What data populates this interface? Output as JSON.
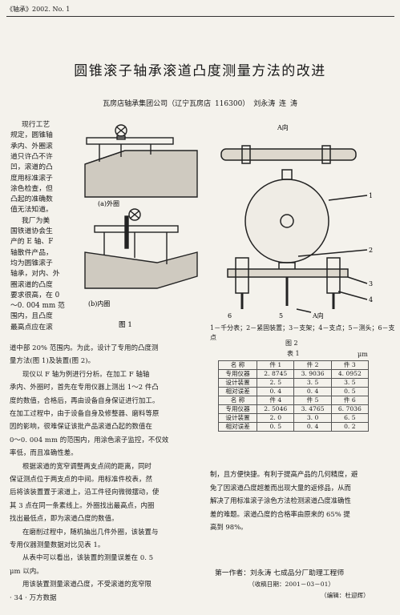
{
  "header": "《轴承》2002. No. 1",
  "title": "圆锥滚子轴承滚道凸度测量方法的改进",
  "byline": {
    "org": "瓦房店轴承集团公司（辽宁瓦房店",
    "postcode": "116300）",
    "authors": "刘永涛   连   涛"
  },
  "col1_narrow": [
    "现行工艺",
    "规定，圆锥轴",
    "承内、外圈滚",
    "道只许凸不许",
    "凹，滚道的凸",
    "度用标准滚子",
    "涂色检查，但",
    "凸起的准确数",
    "值无法知道。",
    "我厂为美",
    "国铁道协会生",
    "产的  E  轴、F",
    "轴散件产品，",
    "均为圆锥滚子",
    "轴承，对内、外",
    "圈滚道的凸度",
    "要求很高，在 0",
    "～0. 004 mm 范",
    "围内，且凸度",
    "最高点应在滚"
  ],
  "fig1": {
    "label_a": "(a)外圈",
    "label_b": "(b)内圈",
    "caption": "图 1"
  },
  "col1_full": [
    "道中部 20% 范围内。为此，设计了专用的凸度测",
    "量方法(图 1)及装置(图 2)。",
    "现仪以  F  轴为例进行分析。在加工  F  轴轴",
    "承内、外圈时，首先在专用仪器上测出 1～2 件凸",
    "度的数值，合格后，再由设备自身保证进行加工。",
    "在加工过程中，由于设备自身及修整器、磨料等原",
    "因的影响，很难保证该批产品滚道凸起的数值在",
    "0～0. 004 mm 的范围内，用涂色滚子监控，不仅效",
    "率低，而且准确性差。",
    "根据滚道的宽窄调整两支点间的距离，同时",
    "保证测点位于两支点的中间。用标准件校表，然",
    "后将该装置置于滚道上，沿工件径向微微摆动，使",
    "其 3 点在同一条素线上。外圈找出最高点，内圈",
    "找出最低点，即为滚道凸度的数值。",
    "在磨削过程中，随机抽出几件外圈，该装置与",
    "专用仪器测量数据对比见表 1。",
    "从表中可以看出，该装置的测量误差在 0. 5",
    "μm 以内。",
    "用该装置测量滚道凸度，不受滚道的宽窄限",
    "· 34 ·                  万方数据"
  ],
  "fig2": {
    "label_top": "A向",
    "label_bottom": "A向",
    "parts": [
      "1",
      "2",
      "3",
      "4",
      "5",
      "6"
    ],
    "legend_line1": "1－千分表；2－紧固装置；3－支架；4－支点；5－测头；6－支",
    "legend_line2": "点",
    "caption": "图 2"
  },
  "table1": {
    "title": "表 1",
    "unit": "μm",
    "rows": [
      [
        "名  称",
        "件 1",
        "件 2",
        "件 3"
      ],
      [
        "专用仪器",
        "2. 8745",
        "3. 9036",
        "4. 0952"
      ],
      [
        "设计装置",
        "2. 5",
        "3. 5",
        "3. 5"
      ],
      [
        "相对误差",
        "0. 4",
        "0. 4",
        "0. 5"
      ],
      [
        "名  称",
        "件 4",
        "件 5",
        "件 6"
      ],
      [
        "专用仪器",
        "2. 5046",
        "3. 4765",
        "6. 7036"
      ],
      [
        "设计装置",
        "2. 0",
        "3. 0",
        "6. 5"
      ],
      [
        "相对误差",
        "0. 5",
        "0. 4",
        "0. 2"
      ]
    ]
  },
  "col2_text": [
    "制，且方便快捷。有利于提高产品的几何精度，避",
    "免了因滚道凸度超差而出现大量的返修品，从而",
    "解决了用标准滚子涂色方法检测滚道凸度准确性",
    "差的难题。滚道凸度的合格率由原来的 65% 提",
    "高到 98%。"
  ],
  "author_note": "第一作者：刘永涛   七成品分厂助理工程师",
  "received": "（收稿日期：2001－03－01）",
  "editor": "（编辑：杜迎辉）"
}
